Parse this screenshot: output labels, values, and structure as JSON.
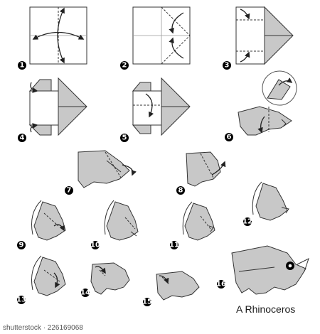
{
  "title": "A Rhinoceros",
  "watermark": "shutterstock · 226169068",
  "steps": [
    "1",
    "2",
    "3",
    "4",
    "5",
    "6",
    "7",
    "8",
    "9",
    "10",
    "11",
    "12",
    "13",
    "14",
    "15",
    "16"
  ]
}
